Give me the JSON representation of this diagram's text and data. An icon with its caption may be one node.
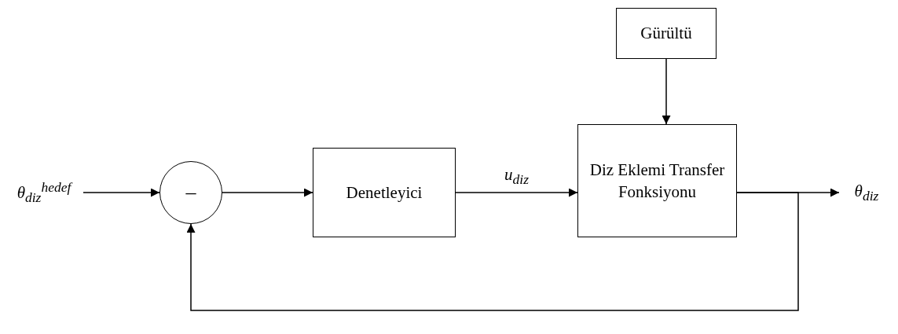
{
  "diagram": {
    "nodes": [
      {
        "text": [
          "θ$_{diz}$$^{hedef}$"
        ]
      },
      {
        "text": [
          "–"
        ]
      },
      {
        "text": [
          "Denetleyici"
        ]
      },
      {
        "text": [
          "Diz Eklemi Transfer Fonksiyonu"
        ]
      },
      {
        "text": [
          "Gürültü"
        ]
      },
      {
        "text": [
          "θ$_{diz}$"
        ]
      }
    ],
    "edges": [
      {
        "from": 0,
        "to": 1,
        "arrow": "to"
      },
      {
        "from": 1,
        "to": 2,
        "arrow": "to"
      },
      {
        "from": 2,
        "to": 3,
        "arrow": "to",
        "label": "u$_{diz}$"
      },
      {
        "from": 4,
        "to": 3,
        "arrow": "to"
      },
      {
        "from": 3,
        "to": 5,
        "arrow": "to"
      },
      {
        "from": 3,
        "to": 1,
        "arrow": "to"
      }
    ]
  }
}
